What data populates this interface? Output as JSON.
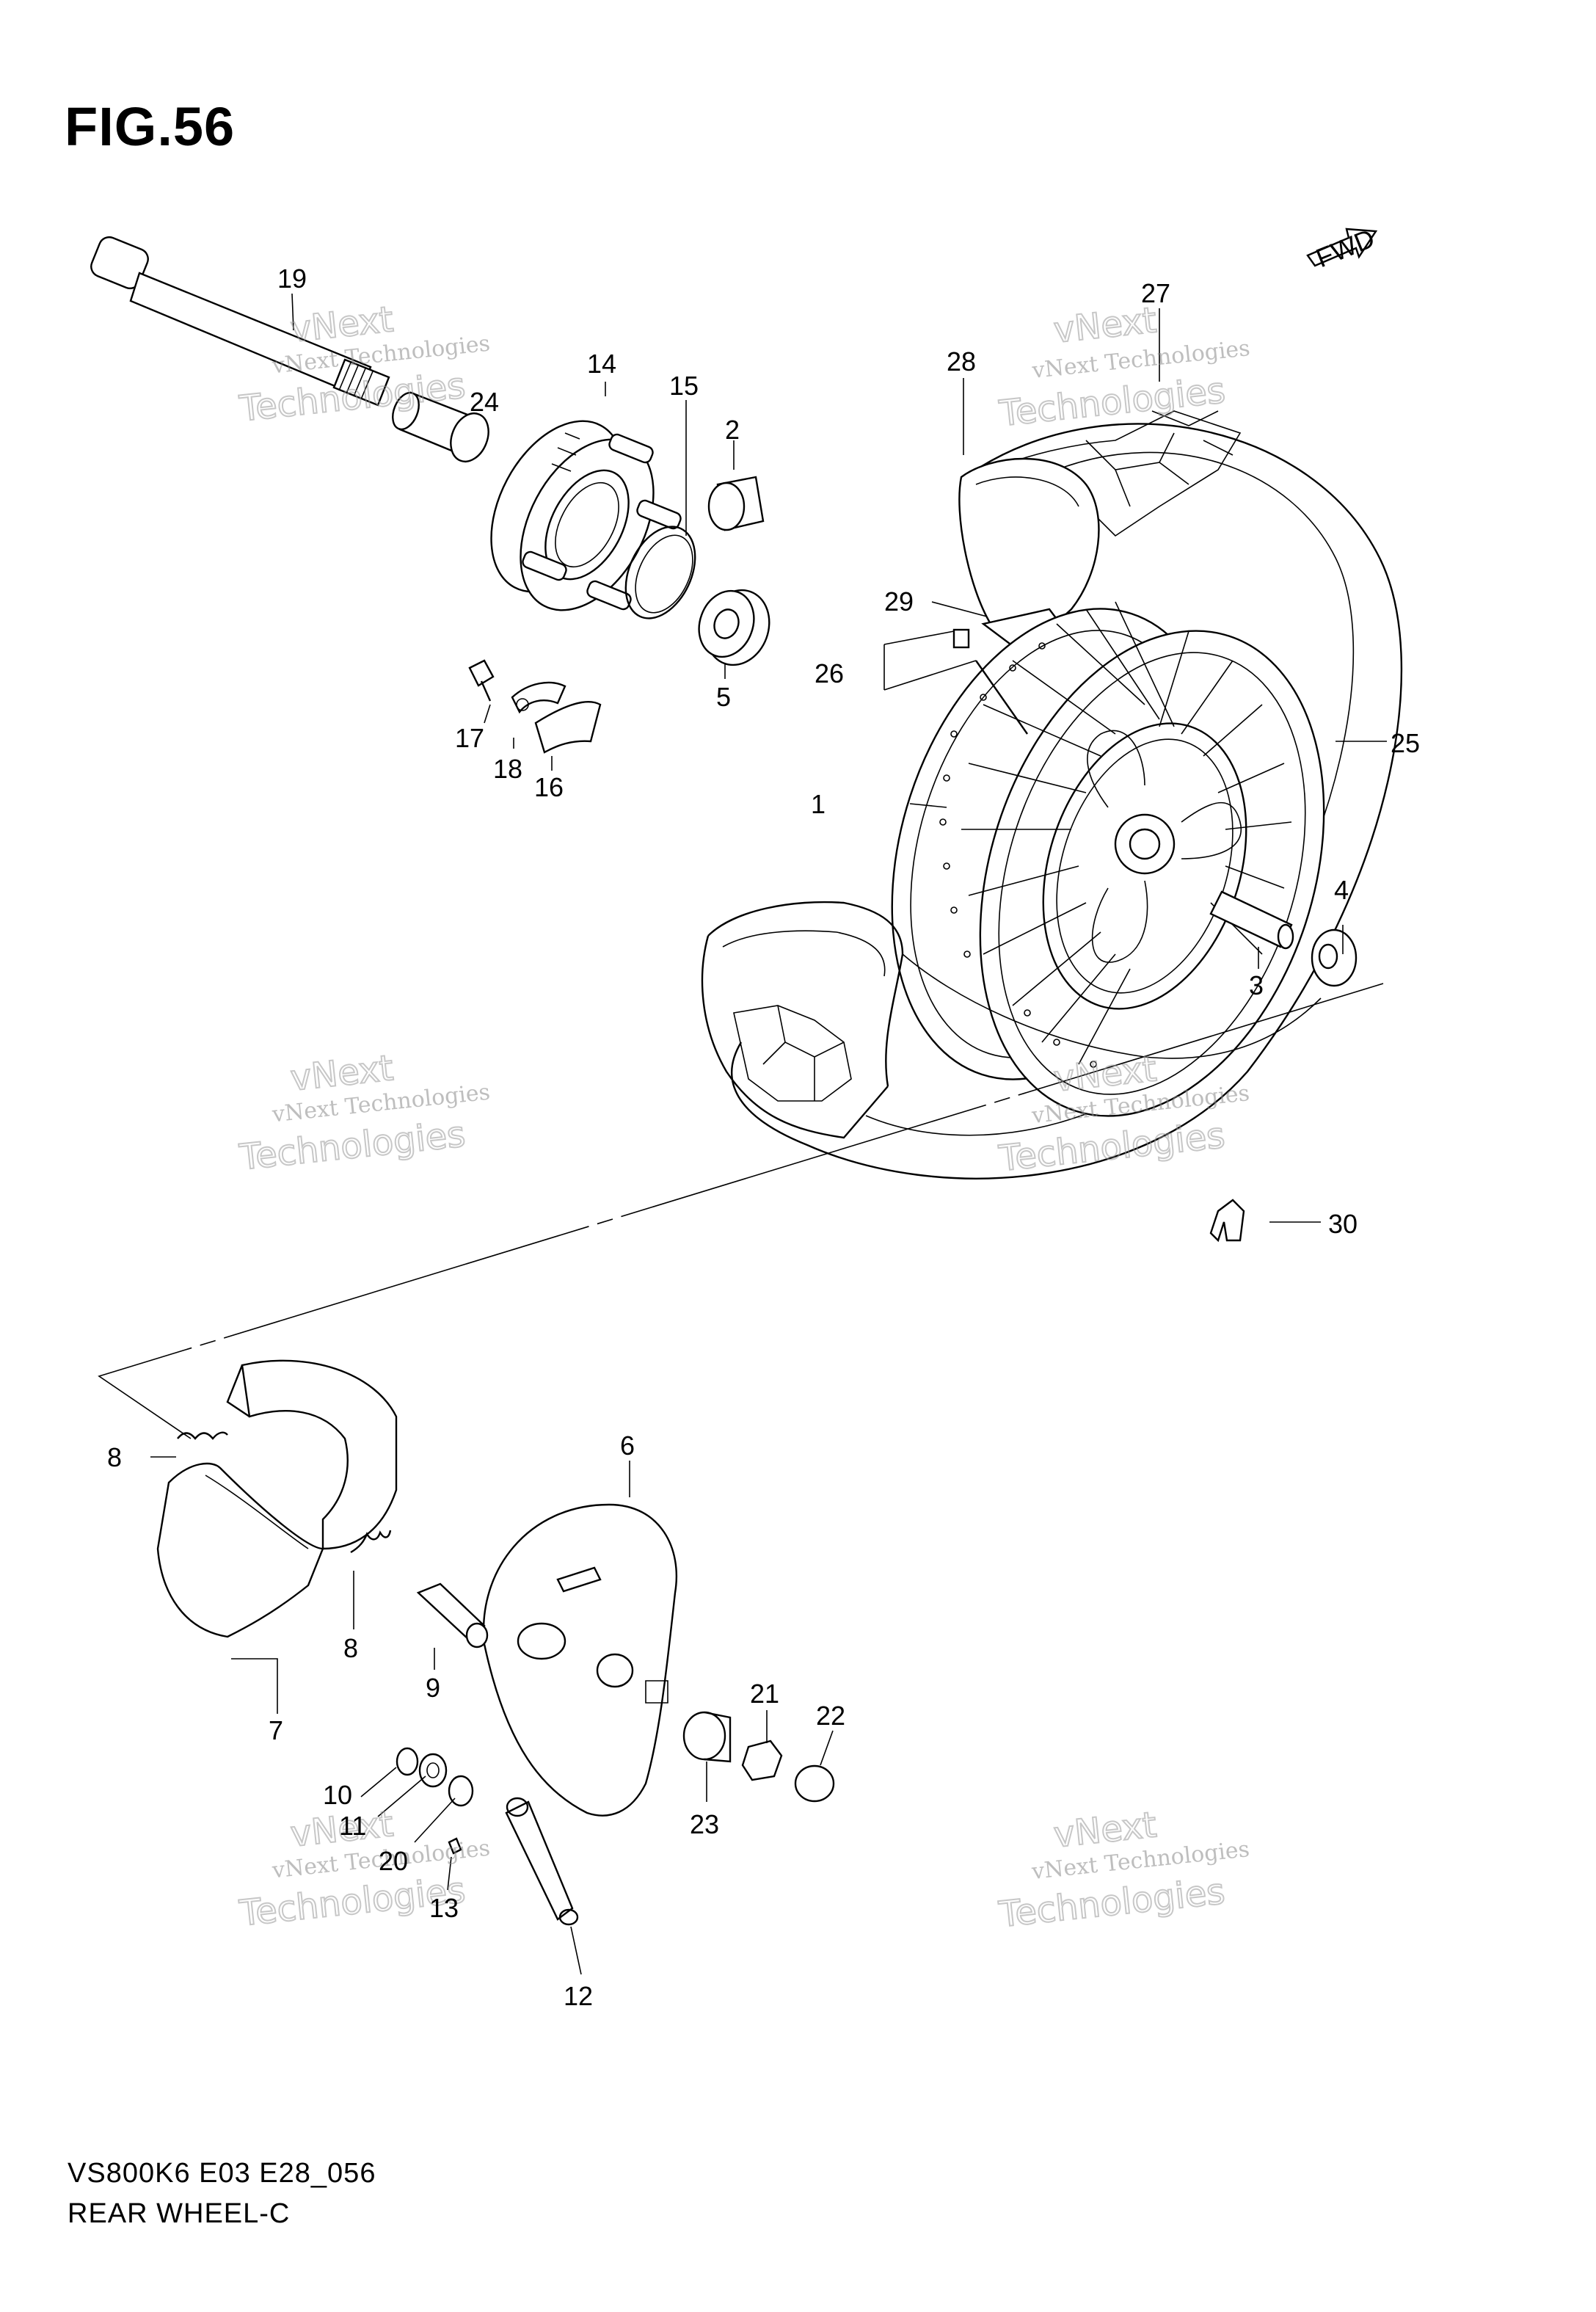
{
  "figure": {
    "title": "FIG.56",
    "model_code": "VS800K6 E03 E28_056",
    "assembly_name": "REAR WHEEL-C"
  },
  "watermark": {
    "line1": "vNext Technologies",
    "line2": "vNext",
    "line3": "Technologies"
  },
  "direction_marker": "FWD",
  "callouts": {
    "p1": "1",
    "p2": "2",
    "p3": "3",
    "p4": "4",
    "p5": "5",
    "p6": "6",
    "p7": "7",
    "p8a": "8",
    "p8b": "8",
    "p9": "9",
    "p10": "10",
    "p11": "11",
    "p12": "12",
    "p13": "13",
    "p14": "14",
    "p15": "15",
    "p16": "16",
    "p17": "17",
    "p18": "18",
    "p19": "19",
    "p20": "20",
    "p21": "21",
    "p22": "22",
    "p23": "23",
    "p24": "24",
    "p25": "25",
    "p26": "26",
    "p27": "27",
    "p28": "28",
    "p29": "29",
    "p30": "30"
  }
}
